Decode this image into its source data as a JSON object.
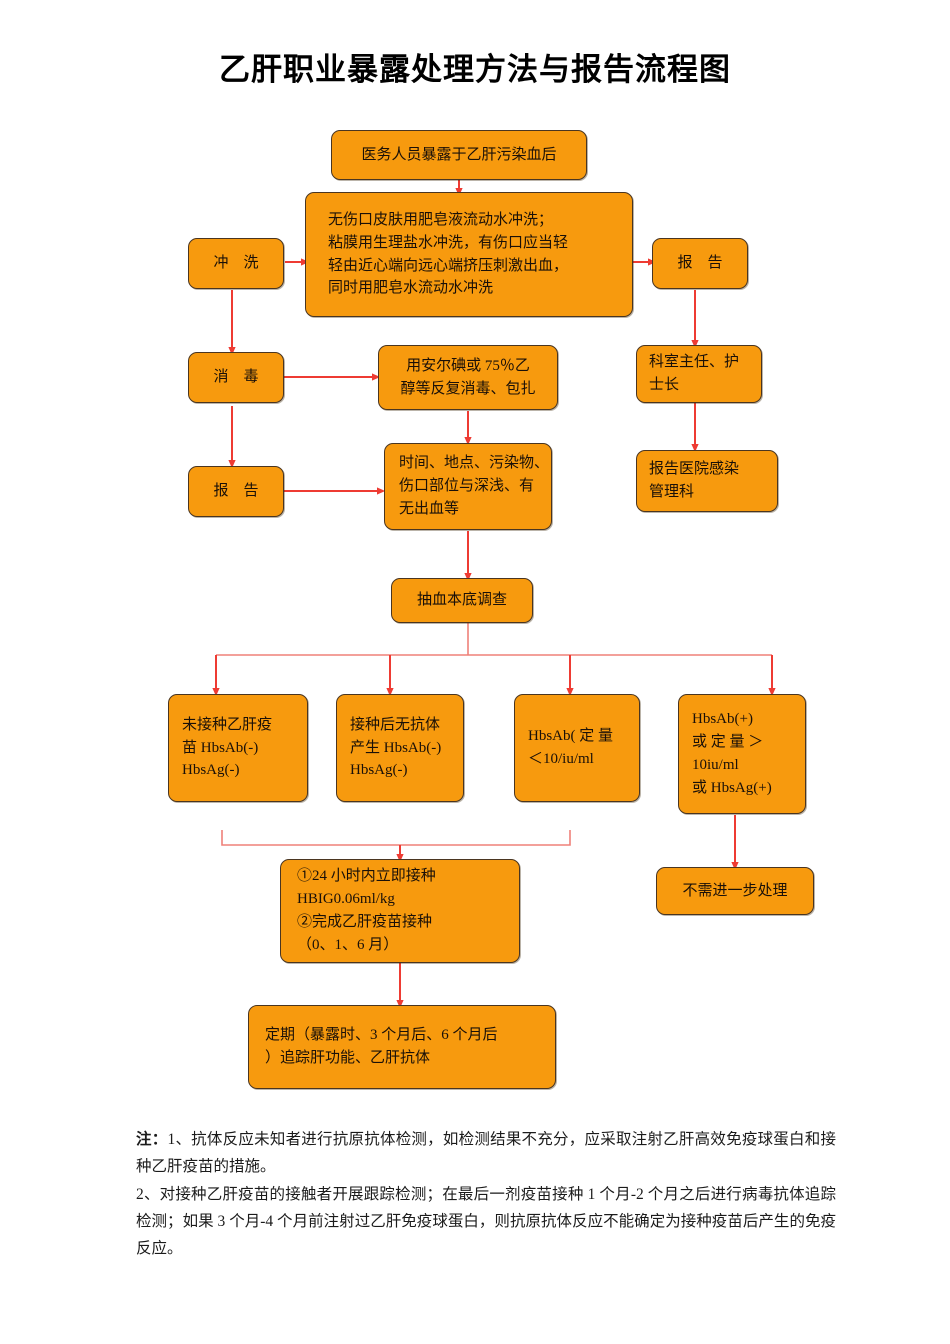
{
  "document": {
    "title": "乙肝职业暴露处理方法与报告流程图",
    "accent_box_fill": "#F79A0E",
    "accent_box_border": "#4A3520",
    "arrow_color": "#EE3B33"
  },
  "flow": {
    "nodes": [
      {
        "id": "exposure",
        "name": "node-exposure",
        "text": "医务人员暴露于乙肝污染血后"
      },
      {
        "id": "wash-detail",
        "name": "node-wash-detail",
        "lines": [
          "无伤口皮肤用肥皂液流动水冲洗；",
          "粘膜用生理盐水冲洗，有伤口应当轻",
          "轻由近心端向远心端挤压刺激出血，",
          "同时用肥皂水流动水冲洗"
        ]
      },
      {
        "id": "wash",
        "name": "node-wash",
        "text": "冲　洗"
      },
      {
        "id": "disinfect",
        "name": "node-disinfect",
        "text": "消　毒"
      },
      {
        "id": "report-left",
        "name": "node-report-left",
        "text": "报　告"
      },
      {
        "id": "report-right",
        "name": "node-report-right",
        "text": "报　告"
      },
      {
        "id": "disinfect-detail",
        "name": "node-disinfect-detail",
        "lines": [
          "用安尔碘或 75％乙",
          "醇等反复消毒、包扎"
        ]
      },
      {
        "id": "record-detail",
        "name": "node-record-detail",
        "lines": [
          "时间、地点、污染物、",
          "伤口部位与深浅、有",
          "无出血等"
        ]
      },
      {
        "id": "chief-nurse",
        "name": "node-chief-nurse",
        "lines": [
          "科室主任、护",
          "士长"
        ]
      },
      {
        "id": "infection-dept",
        "name": "node-infection-dept",
        "lines": [
          "报告医院感染",
          "管理科"
        ]
      },
      {
        "id": "baseline-blood",
        "name": "node-baseline-blood",
        "text": "抽血本底调查"
      },
      {
        "id": "branch-1",
        "name": "node-branch-unvaccinated",
        "lines": [
          "未接种乙肝疫",
          "苗 HbsAb(-)",
          "HbsAg(-)"
        ]
      },
      {
        "id": "branch-2",
        "name": "node-branch-no-antibody",
        "lines": [
          "接种后无抗体",
          "产生 HbsAb(-)",
          "HbsAg(-)"
        ]
      },
      {
        "id": "branch-3",
        "name": "node-branch-low-titer",
        "lines": [
          "HbsAb( 定 量",
          "＜10/iu/ml"
        ]
      },
      {
        "id": "branch-4",
        "name": "node-branch-positive",
        "lines": [
          "HbsAb(+)",
          "或 定 量 ＞",
          "10iu/ml",
          "或 HbsAg(+)"
        ]
      },
      {
        "id": "treatment",
        "name": "node-treatment",
        "lines": [
          "①24 小时内立即接种",
          "HBIG0.06ml/kg",
          "②完成乙肝疫苗接种",
          "（0、1、6 月）"
        ]
      },
      {
        "id": "followup",
        "name": "node-followup",
        "lines": [
          "定期（暴露时、3 个月后、6 个月后",
          "）追踪肝功能、乙肝抗体"
        ]
      },
      {
        "id": "no-action",
        "name": "node-no-action",
        "text": "不需进一步处理"
      }
    ]
  },
  "notes": {
    "label": "注：",
    "items": [
      "1、抗体反应未知者进行抗原抗体检测，如检测结果不充分，应采取注射乙肝高效免疫球蛋白和接种乙肝疫苗的措施。",
      "2、对接种乙肝疫苗的接触者开展跟踪检测；在最后一剂疫苗接种 1 个月-2 个月之后进行病毒抗体追踪检测；如果 3 个月-4 个月前注射过乙肝免疫球蛋白，则抗原抗体反应不能确定为接种疫苗后产生的免疫反应。"
    ]
  }
}
